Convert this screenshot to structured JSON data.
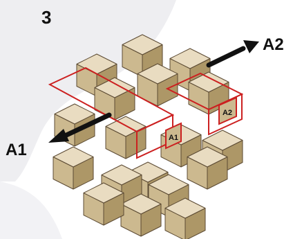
{
  "step_number": "3",
  "arrow_labels": {
    "left": "A1",
    "right": "A2"
  },
  "piece_tags": {
    "front": "A1",
    "back": "A2"
  },
  "colors": {
    "cube_top": "#e9dcc1",
    "cube_left": "#ccb98f",
    "cube_right": "#ad9767",
    "outline": "#5b4a33",
    "highlight": "#cc2020",
    "arrow": "#111111",
    "background_shape": "#eeeef1"
  }
}
